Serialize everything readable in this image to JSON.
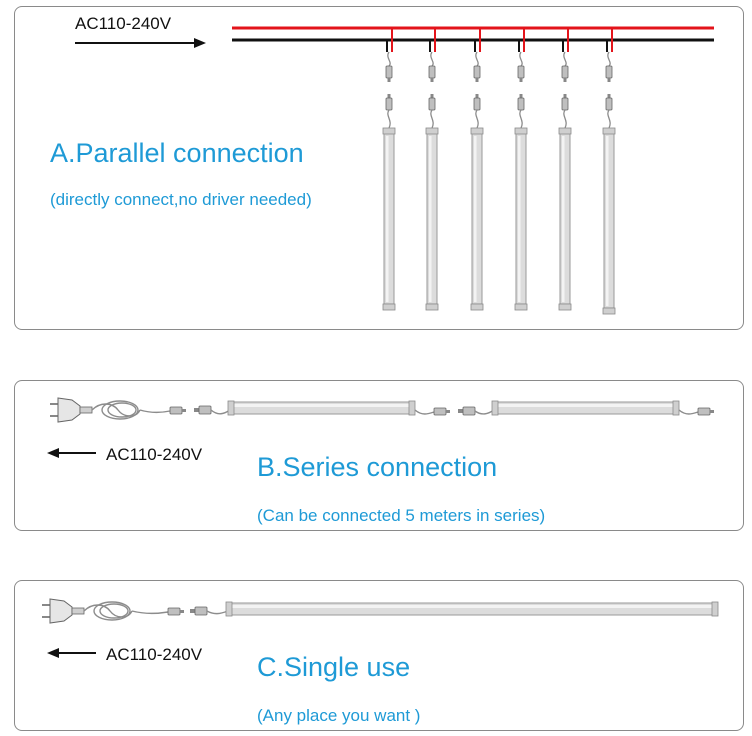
{
  "parallel": {
    "voltage": "AC110-240V",
    "title": "A.Parallel connection",
    "subtitle": "(directly connect,no driver needed)"
  },
  "series": {
    "voltage": "AC110-240V",
    "title": "B.Series connection",
    "subtitle": "(Can be connected 5 meters in series)"
  },
  "single": {
    "voltage": "AC110-240V",
    "title": "C.Single use",
    "subtitle": "(Any place you want )"
  },
  "colors": {
    "accent_blue": "#1e9ad6",
    "wire_red": "#e3141b",
    "wire_black": "#111111",
    "panel_border": "#8a8a8a",
    "tube": "#dcdcdc"
  },
  "icons": [
    "arrow-right-icon",
    "arrow-left-icon",
    "power-plug-icon",
    "connector-icon",
    "led-tube-icon"
  ]
}
